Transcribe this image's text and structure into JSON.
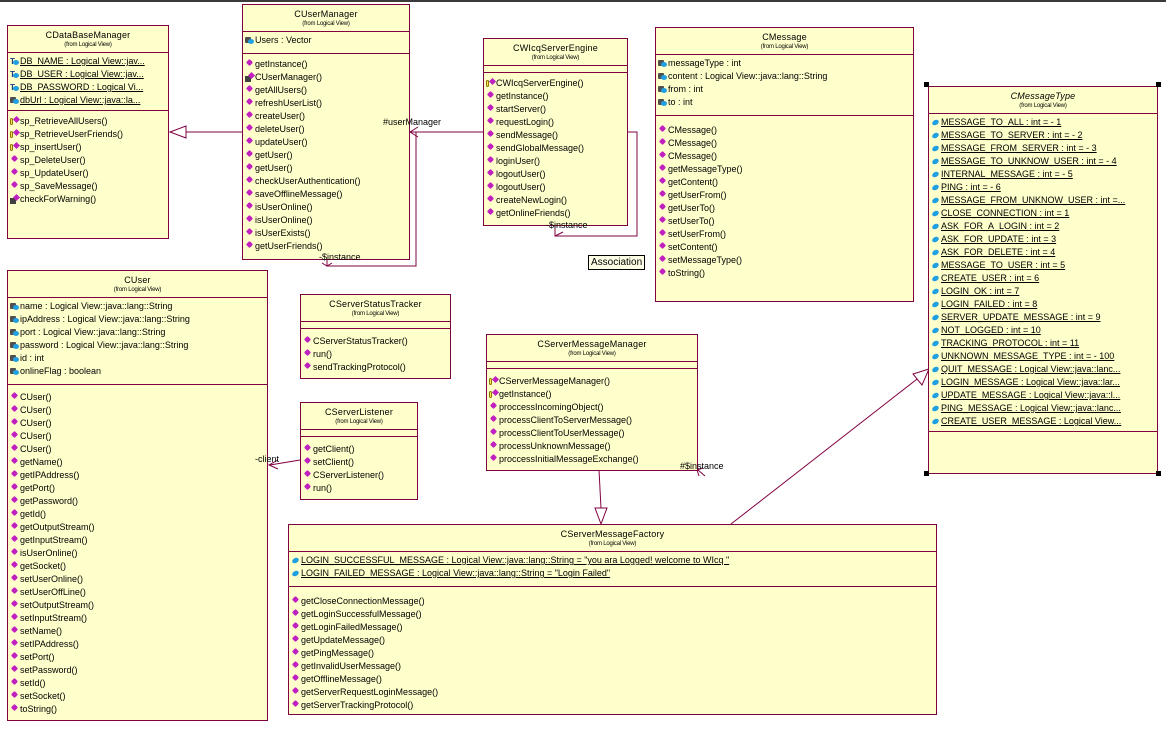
{
  "diagram": {
    "association_tooltip": "Association",
    "classes": {
      "dbm": {
        "name": "CDataBaseManager",
        "stereo": "(from Logical View)",
        "attributes": [
          {
            "text": "DB_NAME : Logical View::jav...",
            "icon": "attr-static"
          },
          {
            "text": "DB_USER : Logical View::jav...",
            "icon": "attr-static"
          },
          {
            "text": "DB_PASSWORD : Logical Vi...",
            "icon": "attr-static"
          },
          {
            "text": "dbUrl : Logical View::java::la...",
            "icon": "attr-priv"
          }
        ],
        "operations": [
          {
            "text": "sp_RetrieveAllUsers()",
            "icon": "op-key"
          },
          {
            "text": "sp_RetrieveUserFriends()",
            "icon": "op-key"
          },
          {
            "text": "sp_insertUser()",
            "icon": "op-key"
          },
          {
            "text": "sp_DeleteUser()",
            "icon": "op"
          },
          {
            "text": "sp_UpdateUser()",
            "icon": "op"
          },
          {
            "text": "sp_SaveMessage()",
            "icon": "op"
          },
          {
            "text": "checkForWarning()",
            "icon": "op-lock"
          }
        ]
      },
      "um": {
        "name": "CUserManager",
        "stereo": "(from Logical View)",
        "attributes": [
          {
            "text": "Users : Vector",
            "icon": "attr-priv"
          }
        ],
        "operations": [
          {
            "text": "getInstance()",
            "icon": "op"
          },
          {
            "text": "CUserManager()",
            "icon": "op-lock"
          },
          {
            "text": "getAllUsers()",
            "icon": "op"
          },
          {
            "text": "refreshUserList()",
            "icon": "op"
          },
          {
            "text": "createUser()",
            "icon": "op"
          },
          {
            "text": "deleteUser()",
            "icon": "op"
          },
          {
            "text": "updateUser()",
            "icon": "op"
          },
          {
            "text": "getUser()",
            "icon": "op"
          },
          {
            "text": "getUser()",
            "icon": "op"
          },
          {
            "text": "checkUserAuthentication()",
            "icon": "op"
          },
          {
            "text": "saveOfflineMessage()",
            "icon": "op"
          },
          {
            "text": "isUserOnline()",
            "icon": "op"
          },
          {
            "text": "isUserOnline()",
            "icon": "op"
          },
          {
            "text": "isUserExists()",
            "icon": "op"
          },
          {
            "text": "getUserFriends()",
            "icon": "op"
          }
        ]
      },
      "engine": {
        "name": "CWIcqServerEngine",
        "stereo": "(from Logical View)",
        "attributes": [],
        "operations": [
          {
            "text": "CWIcqServerEngine()",
            "icon": "op-key"
          },
          {
            "text": "getInstance()",
            "icon": "op"
          },
          {
            "text": "startServer()",
            "icon": "op"
          },
          {
            "text": "requestLogin()",
            "icon": "op"
          },
          {
            "text": "sendMessage()",
            "icon": "op"
          },
          {
            "text": "sendGlobalMessage()",
            "icon": "op"
          },
          {
            "text": "loginUser()",
            "icon": "op"
          },
          {
            "text": "logoutUser()",
            "icon": "op"
          },
          {
            "text": "logoutUser()",
            "icon": "op"
          },
          {
            "text": "createNewLogin()",
            "icon": "op"
          },
          {
            "text": "getOnlineFriends()",
            "icon": "op"
          }
        ]
      },
      "msg": {
        "name": "CMessage",
        "stereo": "(from Logical View)",
        "attributes": [
          {
            "text": "messageType : int",
            "icon": "attr-priv"
          },
          {
            "text": "content : Logical View::java::lang::String",
            "icon": "attr-priv"
          },
          {
            "text": "from : int",
            "icon": "attr-priv"
          },
          {
            "text": "to : int",
            "icon": "attr-priv"
          }
        ],
        "operations": [
          {
            "text": "CMessage()",
            "icon": "op"
          },
          {
            "text": "CMessage()",
            "icon": "op"
          },
          {
            "text": "CMessage()",
            "icon": "op"
          },
          {
            "text": "getMessageType()",
            "icon": "op"
          },
          {
            "text": "getContent()",
            "icon": "op"
          },
          {
            "text": "getUserFrom()",
            "icon": "op"
          },
          {
            "text": "getUserTo()",
            "icon": "op"
          },
          {
            "text": "setUserTo()",
            "icon": "op"
          },
          {
            "text": "setUserFrom()",
            "icon": "op"
          },
          {
            "text": "setContent()",
            "icon": "op"
          },
          {
            "text": "setMessageType()",
            "icon": "op"
          },
          {
            "text": "toString()",
            "icon": "op"
          }
        ]
      },
      "mtype": {
        "name": "CMessageType",
        "stereo": "(from Logical View)",
        "attributes": [
          {
            "text": "MESSAGE_TO_ALL : int = - 1",
            "icon": "attr-pub"
          },
          {
            "text": "MESSAGE_TO_SERVER : int = - 2",
            "icon": "attr-pub"
          },
          {
            "text": "MESSAGE_FROM_SERVER : int = - 3",
            "icon": "attr-pub"
          },
          {
            "text": "MESSAGE_TO_UNKNOW_USER : int = - 4",
            "icon": "attr-pub"
          },
          {
            "text": "INTERNAL_MESSAGE : int = - 5",
            "icon": "attr-pub"
          },
          {
            "text": "PING : int = - 6",
            "icon": "attr-pub"
          },
          {
            "text": "MESSAGE_FROM_UNKNOW_USER : int =...",
            "icon": "attr-pub"
          },
          {
            "text": "CLOSE_CONNECTION : int = 1",
            "icon": "attr-pub"
          },
          {
            "text": "ASK_FOR_A_LOGIN : int = 2",
            "icon": "attr-pub"
          },
          {
            "text": "ASK_FOR_UPDATE : int = 3",
            "icon": "attr-pub"
          },
          {
            "text": "ASK_FOR_DELETE : int = 4",
            "icon": "attr-pub"
          },
          {
            "text": "MESSAGE_TO_USER : int = 5",
            "icon": "attr-pub"
          },
          {
            "text": "CREATE_USER : int = 6",
            "icon": "attr-pub"
          },
          {
            "text": "LOGIN_OK : int = 7",
            "icon": "attr-pub"
          },
          {
            "text": "LOGIN_FAILED : int = 8",
            "icon": "attr-pub"
          },
          {
            "text": "SERVER_UPDATE_MESSAGE : int = 9",
            "icon": "attr-pub"
          },
          {
            "text": "NOT_LOGGED : int = 10",
            "icon": "attr-pub"
          },
          {
            "text": "TRACKING_PROTOCOL : int = 11",
            "icon": "attr-pub"
          },
          {
            "text": "UNKNOWN_MESSAGE_TYPE : int = - 100",
            "icon": "attr-pub"
          },
          {
            "text": "QUIT_MESSAGE : Logical View::java::lanc...",
            "icon": "attr-pub"
          },
          {
            "text": "LOGIN_MESSAGE : Logical View::java::lar...",
            "icon": "attr-pub"
          },
          {
            "text": "UPDATE_MESSAGE : Logical View::java::l...",
            "icon": "attr-pub"
          },
          {
            "text": "PING_MESSAGE : Logical View::java::lanc...",
            "icon": "attr-pub"
          },
          {
            "text": "CREATE_USER_MESSAGE : Logical View...",
            "icon": "attr-pub"
          }
        ],
        "operations": []
      },
      "user": {
        "name": "CUser",
        "stereo": "(from Logical View)",
        "attributes": [
          {
            "text": "name : Logical View::java::lang::String",
            "icon": "attr-priv"
          },
          {
            "text": "ipAddress : Logical View::java::lang::String",
            "icon": "attr-priv"
          },
          {
            "text": "port : Logical View::java::lang::String",
            "icon": "attr-priv"
          },
          {
            "text": "password : Logical View::java::lang::String",
            "icon": "attr-priv"
          },
          {
            "text": "id : int",
            "icon": "attr-priv"
          },
          {
            "text": "onlineFlag : boolean",
            "icon": "attr-priv"
          }
        ],
        "operations": [
          {
            "text": "CUser()",
            "icon": "op"
          },
          {
            "text": "CUser()",
            "icon": "op"
          },
          {
            "text": "CUser()",
            "icon": "op"
          },
          {
            "text": "CUser()",
            "icon": "op"
          },
          {
            "text": "CUser()",
            "icon": "op"
          },
          {
            "text": "getName()",
            "icon": "op"
          },
          {
            "text": "getIPAddress()",
            "icon": "op"
          },
          {
            "text": "getPort()",
            "icon": "op"
          },
          {
            "text": "getPassword()",
            "icon": "op"
          },
          {
            "text": "getId()",
            "icon": "op"
          },
          {
            "text": "getOutputStream()",
            "icon": "op"
          },
          {
            "text": "getInputStream()",
            "icon": "op"
          },
          {
            "text": "isUserOnline()",
            "icon": "op"
          },
          {
            "text": "getSocket()",
            "icon": "op"
          },
          {
            "text": "setUserOnline()",
            "icon": "op"
          },
          {
            "text": "setUserOffLine()",
            "icon": "op"
          },
          {
            "text": "setOutputStream()",
            "icon": "op"
          },
          {
            "text": "setInputStream()",
            "icon": "op"
          },
          {
            "text": "setName()",
            "icon": "op"
          },
          {
            "text": "setIPAddress()",
            "icon": "op"
          },
          {
            "text": "setPort()",
            "icon": "op"
          },
          {
            "text": "setPassword()",
            "icon": "op"
          },
          {
            "text": "setId()",
            "icon": "op"
          },
          {
            "text": "setSocket()",
            "icon": "op"
          },
          {
            "text": "toString()",
            "icon": "op"
          }
        ]
      },
      "tracker": {
        "name": "CServerStatusTracker",
        "stereo": "(from Logical View)",
        "attributes": [],
        "operations": [
          {
            "text": "CServerStatusTracker()",
            "icon": "op"
          },
          {
            "text": "run()",
            "icon": "op"
          },
          {
            "text": "sendTrackingProtocol()",
            "icon": "op"
          }
        ]
      },
      "listener": {
        "name": "CServerListener",
        "stereo": "(from Logical View)",
        "attributes": [],
        "operations": [
          {
            "text": "getClient()",
            "icon": "op"
          },
          {
            "text": "setClient()",
            "icon": "op"
          },
          {
            "text": "CServerListener()",
            "icon": "op"
          },
          {
            "text": "run()",
            "icon": "op"
          }
        ]
      },
      "smm": {
        "name": "CServerMessageManager",
        "stereo": "(from Logical View)",
        "attributes": [],
        "operations": [
          {
            "text": "CServerMessageManager()",
            "icon": "op-key"
          },
          {
            "text": "getInstance()",
            "icon": "op-key"
          },
          {
            "text": "proccessIncomingObject()",
            "icon": "op"
          },
          {
            "text": "processClientToServerMessage()",
            "icon": "op"
          },
          {
            "text": "processClientToUserMessage()",
            "icon": "op"
          },
          {
            "text": "processUnknownMessage()",
            "icon": "op"
          },
          {
            "text": "proccessInitialMessageExchange()",
            "icon": "op"
          }
        ]
      },
      "factory": {
        "name": "CServerMessageFactory",
        "stereo": "(from Logical View)",
        "attributes": [
          {
            "text": "LOGIN_SUCCESSFUL_MESSAGE : Logical View::java::lang::String = \"you ara Logged! welcome            to WIcq \"",
            "icon": "attr-pub"
          },
          {
            "text": "LOGIN_FAILED_MESSAGE : Logical View::java::lang::String = \"Login Failed\"",
            "icon": "attr-pub"
          }
        ],
        "operations": [
          {
            "text": "getCloseConnectionMessage()",
            "icon": "op"
          },
          {
            "text": "getLoginSuccessfulMessage()",
            "icon": "op"
          },
          {
            "text": "getLoginFailedMessage()",
            "icon": "op"
          },
          {
            "text": "getUpdateMessage()",
            "icon": "op"
          },
          {
            "text": "getPingMessage()",
            "icon": "op"
          },
          {
            "text": "getInvalidUserMessage()",
            "icon": "op"
          },
          {
            "text": "getOfflineMessage()",
            "icon": "op"
          },
          {
            "text": "getServerRequestLoginMessage()",
            "icon": "op"
          },
          {
            "text": "getServerTrackingProtocol()",
            "icon": "op"
          }
        ]
      }
    },
    "role_labels": {
      "user_manager": "#userManager",
      "um_instance": "-$instance",
      "engine_instance": "-$instance",
      "smm_instance": "#$instance",
      "client": "-client"
    }
  }
}
